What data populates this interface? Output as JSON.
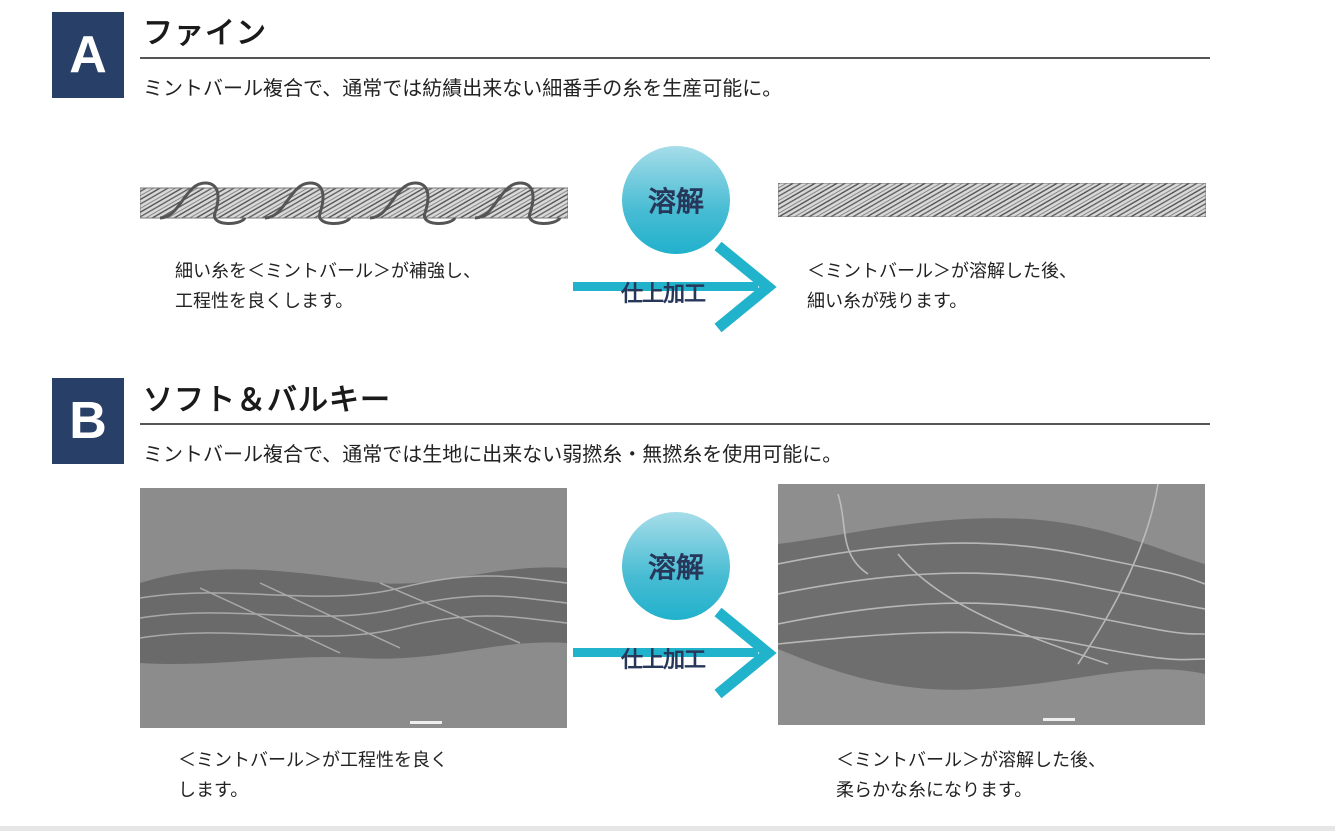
{
  "sections": [
    {
      "badge": "A",
      "title": "ファイン",
      "subtitle": "ミントバール複合で、通常では紡績出来ない細番手の糸を生産可能に。",
      "before_caption": "細い糸を＜ミントバール＞が補強し、\n工程性を良くします。",
      "after_caption": "＜ミントバール＞が溶解した後、\n細い糸が残ります。",
      "before_image": "yarn-wrapped-with-mintval-illustration",
      "after_image": "fine-yarn-illustration"
    },
    {
      "badge": "B",
      "title": "ソフト＆バルキー",
      "subtitle": "ミントバール複合で、通常では生地に出来ない弱撚糸・無撚糸を使用可能に。",
      "before_caption": "＜ミントバール＞が工程性を良く\nします。",
      "after_caption": "＜ミントバール＞が溶解した後、\n柔らかな糸になります。",
      "before_image": "sem-twisted-yarn-photo",
      "after_image": "sem-bulky-yarn-photo"
    }
  ],
  "process": {
    "circle_label": "溶解",
    "arrow_label": "仕上加工",
    "circle_color": "#3cb9d1",
    "text_color": "#26375a"
  },
  "colors": {
    "badge": "#283f67",
    "arrow": "#22b3cc"
  }
}
